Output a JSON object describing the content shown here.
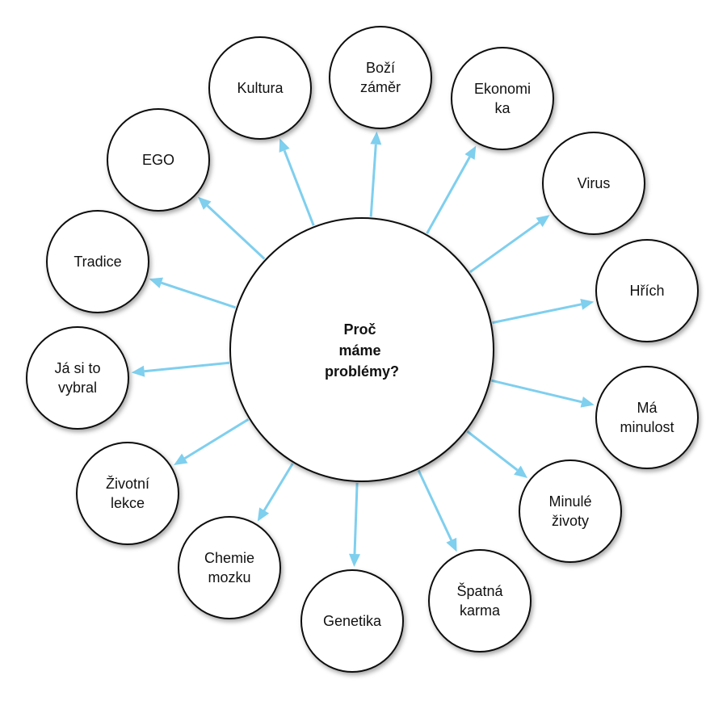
{
  "colors": {
    "arrow": "#7fcfee",
    "node_stroke": "#111111",
    "node_fill": "#ffffff",
    "text": "#111111"
  },
  "center": {
    "lines": [
      "Proč",
      "máme",
      "problémy?"
    ]
  },
  "nodes": [
    {
      "id": "kultura",
      "lines": [
        "Kultura"
      ]
    },
    {
      "id": "bozi-zamer",
      "lines": [
        "Boží",
        "záměr"
      ]
    },
    {
      "id": "ekonomika",
      "lines": [
        "Ekonomi",
        "ka"
      ]
    },
    {
      "id": "virus",
      "lines": [
        "Virus"
      ]
    },
    {
      "id": "hrich",
      "lines": [
        "Hřích"
      ]
    },
    {
      "id": "ma-minulost",
      "lines": [
        "Má",
        "minulost"
      ]
    },
    {
      "id": "minule-zivoty",
      "lines": [
        "Minulé",
        "životy"
      ]
    },
    {
      "id": "spatna-karma",
      "lines": [
        "Špatná",
        "karma"
      ]
    },
    {
      "id": "genetika",
      "lines": [
        "Genetika"
      ]
    },
    {
      "id": "chemie-mozku",
      "lines": [
        "Chemie",
        "mozku"
      ]
    },
    {
      "id": "zivotni-lekce",
      "lines": [
        "Životní",
        "lekce"
      ]
    },
    {
      "id": "ja-si-to-vybral",
      "lines": [
        "Já si to",
        "vybral"
      ]
    },
    {
      "id": "tradice",
      "lines": [
        "Tradice"
      ]
    },
    {
      "id": "ego",
      "lines": [
        "EGO"
      ]
    }
  ]
}
